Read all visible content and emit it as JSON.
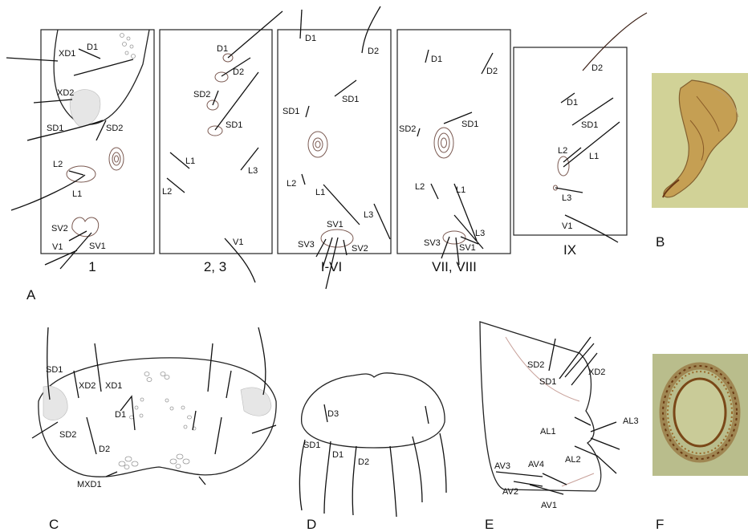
{
  "panels": {
    "A": {
      "letter": "A",
      "segments": [
        {
          "caption": "1",
          "setae": [
            "XD1",
            "D1",
            "XD2",
            "SD1",
            "SD2",
            "L2",
            "L1",
            "SV2",
            "SV1",
            "V1"
          ]
        },
        {
          "caption": "2, 3",
          "setae": [
            "D1",
            "D2",
            "SD2",
            "SD1",
            "L1",
            "L2",
            "L3",
            "V1"
          ]
        },
        {
          "caption": "I-VI",
          "setae": [
            "D1",
            "D2",
            "SD1",
            "L2",
            "L1",
            "L3",
            "SV1",
            "SV3",
            "SV2"
          ]
        },
        {
          "caption": "VII, VIII",
          "setae": [
            "D1",
            "D2",
            "SD2",
            "SD1",
            "L2",
            "L1",
            "L3",
            "SV3",
            "SV1"
          ]
        },
        {
          "caption": "IX",
          "setae": [
            "D2",
            "D1",
            "SD1",
            "L2",
            "L1",
            "L3",
            "V1"
          ]
        }
      ]
    },
    "B": {
      "letter": "B"
    },
    "C": {
      "letter": "C",
      "setae": [
        "SD1",
        "XD2",
        "XD1",
        "D1",
        "SD2",
        "D2",
        "MXD1"
      ]
    },
    "D": {
      "letter": "D",
      "setae": [
        "D3",
        "SD1",
        "D1",
        "D2"
      ]
    },
    "E": {
      "letter": "E",
      "setae": [
        "SD2",
        "XD2",
        "SD1",
        "AL1",
        "AL3",
        "AL2",
        "AV3",
        "AV4",
        "AV2",
        "AV1"
      ]
    },
    "F": {
      "letter": "F"
    }
  }
}
